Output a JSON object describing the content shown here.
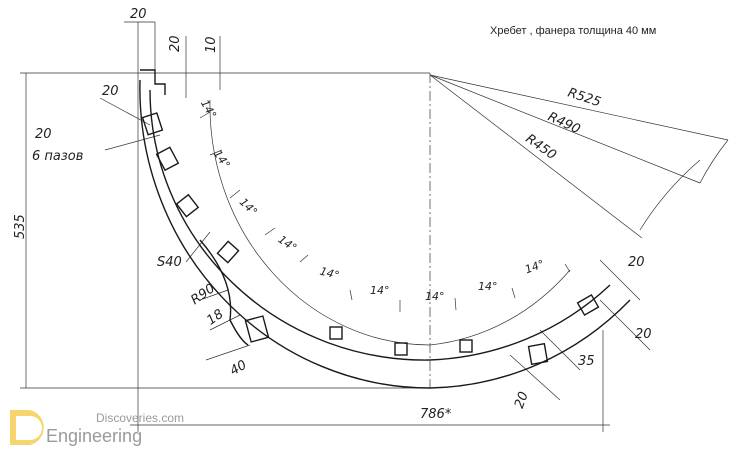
{
  "title": "Хребет , фанера толщина 40 мм",
  "dimensions": {
    "top_width": "20",
    "top_depth": "20",
    "top_small": "10",
    "slot_width": "20",
    "slots_label_a": "20",
    "slots_label_b": "6 пазов",
    "height": "535",
    "radius_outer": "R525",
    "radius_mid": "R490",
    "radius_inner": "R450",
    "s40": "S40",
    "r90": "R90",
    "d18": "18",
    "d40": "40",
    "angles": [
      "14°",
      "14°",
      "14°",
      "14°",
      "14°",
      "14°",
      "14°",
      "14°",
      "14°"
    ],
    "right_20a": "20",
    "right_20b": "20",
    "right_35": "35",
    "right_20c": "20",
    "overall_width": "786*"
  },
  "watermark": {
    "line1": "Discoveries.com",
    "line2": "Engineering"
  }
}
